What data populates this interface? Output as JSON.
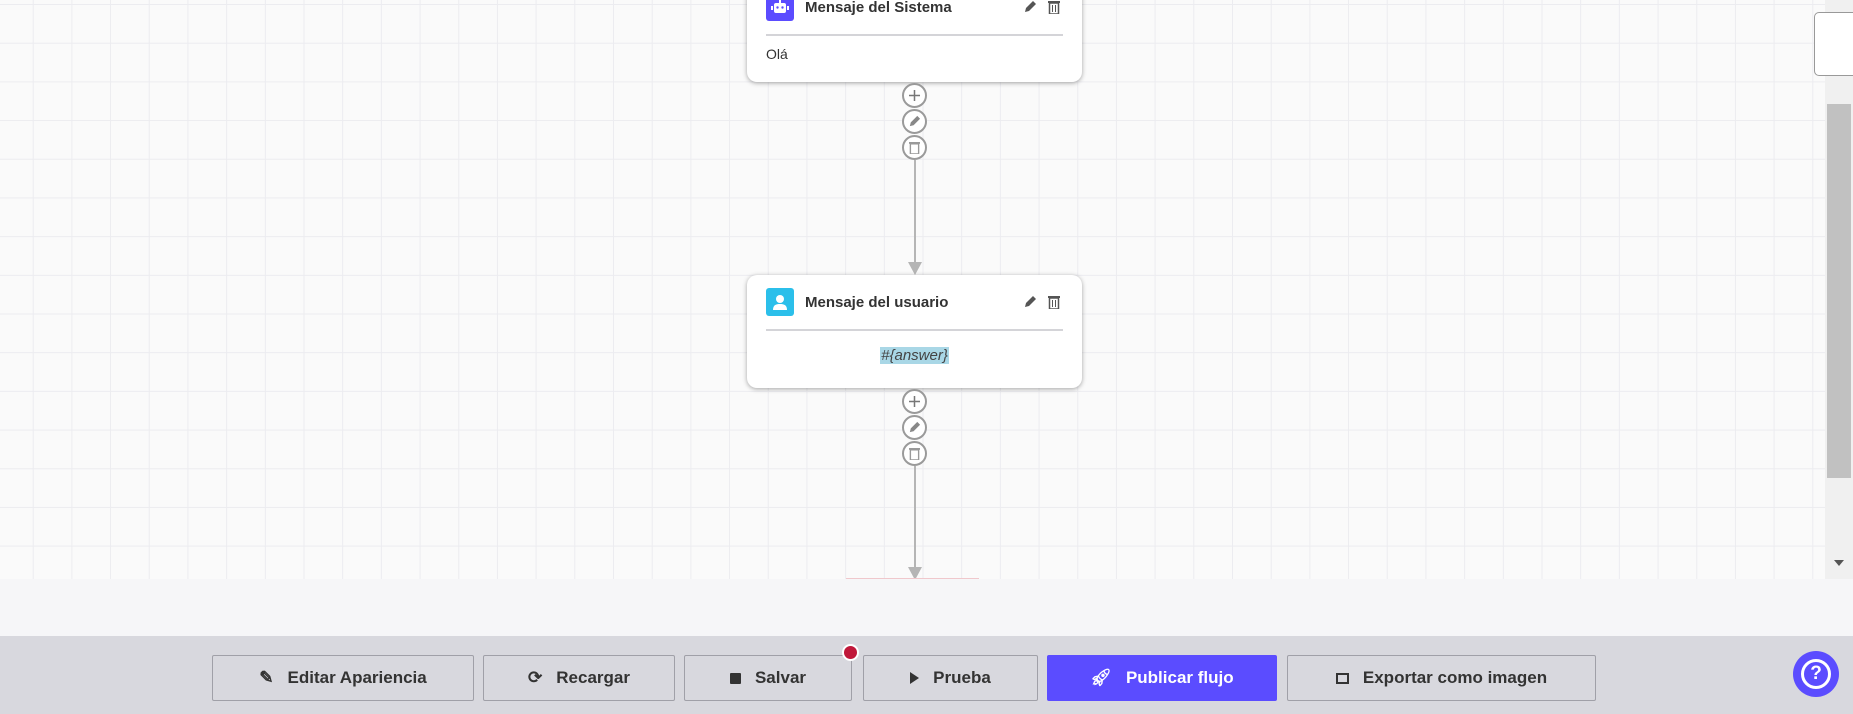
{
  "nodes": [
    {
      "type": "system",
      "title": "Mensaje del Sistema",
      "content": "Olá",
      "icon": "robot-icon",
      "color": "#5b4cff"
    },
    {
      "type": "user",
      "title": "Mensaje del usuario",
      "content": "#{answer}",
      "icon": "user-icon",
      "color": "#2bbfea"
    }
  ],
  "toolbar": {
    "edit_appearance": "Editar Apariencia",
    "reload": "Recargar",
    "save": "Salvar",
    "test": "Prueba",
    "publish": "Publicar flujo",
    "export": "Exportar como imagen"
  },
  "colors": {
    "accent": "#5b4cff",
    "unsaved_dot": "#c0183a",
    "highlight": "#a9d7e6"
  }
}
